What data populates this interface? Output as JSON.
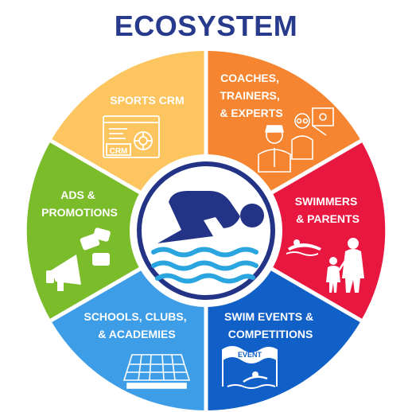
{
  "title": "ECOSYSTEM",
  "colors": {
    "title": "#283a8c",
    "ring_border": "#ffffff",
    "center_ring": "#233487",
    "center_fill": "#ffffff",
    "swimmer": "#233487",
    "water": "#2aa5e0"
  },
  "segments": [
    {
      "id": "sports-crm",
      "lines": [
        "SPORTS CRM"
      ],
      "color": "#fcc55f",
      "icon": "crm-dashboard-icon",
      "icon_text": "CRM"
    },
    {
      "id": "coaches",
      "lines": [
        "COACHES,",
        "TRAINERS,",
        "& EXPERTS"
      ],
      "color": "#f58530",
      "icon": "coaches-icon"
    },
    {
      "id": "swimmers",
      "lines": [
        "SWIMMERS",
        "& PARENTS"
      ],
      "color": "#e8173f",
      "icon": "swimmer-family-icon"
    },
    {
      "id": "events",
      "lines": [
        "SWIM EVENTS &",
        "COMPETITIONS"
      ],
      "color": "#1060c8",
      "icon": "event-banner-icon",
      "icon_text": "EVENT"
    },
    {
      "id": "schools",
      "lines": [
        "SCHOOLS, CLUBS,",
        "& ACADEMIES"
      ],
      "color": "#3d9de6",
      "icon": "stadium-pool-icon"
    },
    {
      "id": "ads",
      "lines": [
        "ADS &",
        "PROMOTIONS"
      ],
      "color": "#7bbc2b",
      "icon": "megaphone-icon"
    }
  ],
  "center_icon": "swimmer-logo-icon"
}
